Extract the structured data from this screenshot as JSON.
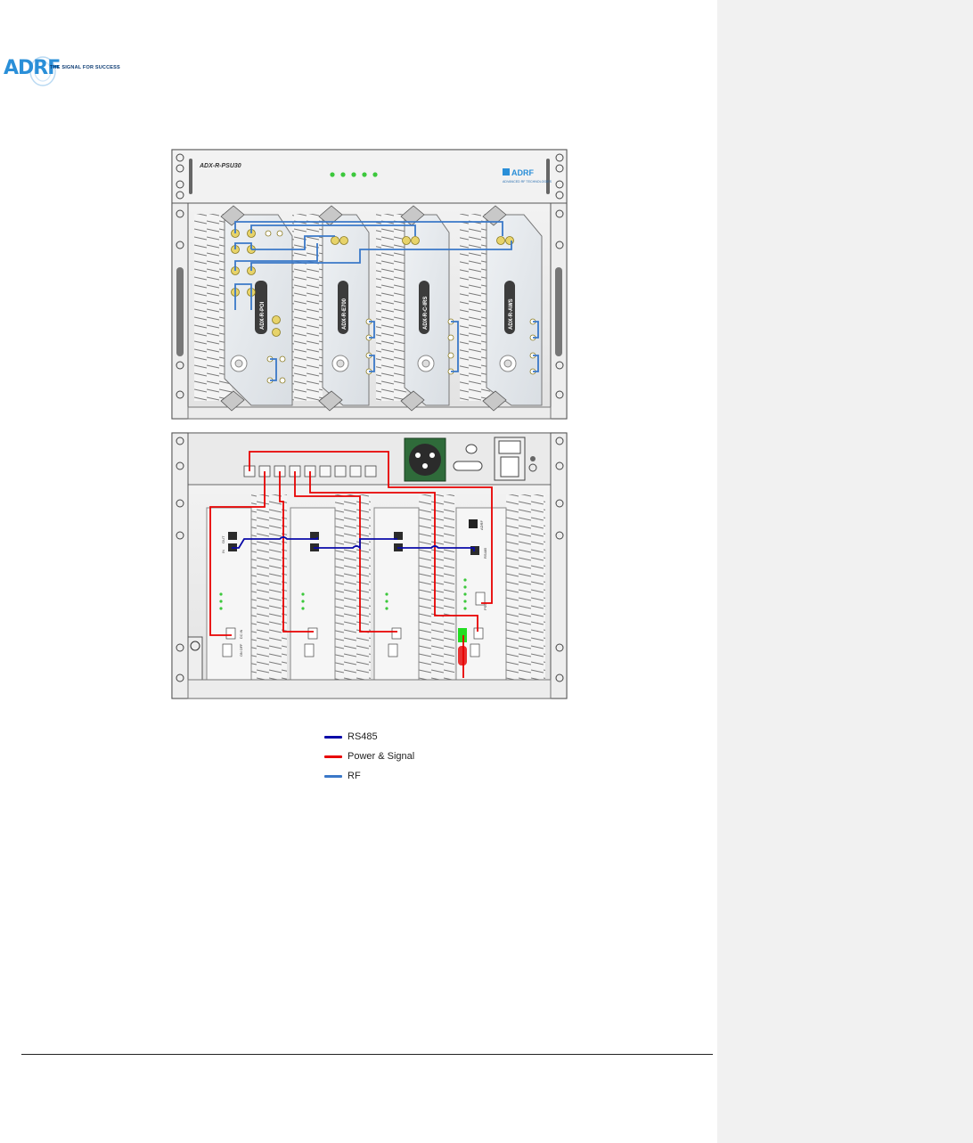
{
  "logo": {
    "brand": "ADRF",
    "tagline": "THE SIGNAL FOR SUCCESS"
  },
  "upper_shelf": {
    "model": "ADX-R-PSU30",
    "brand_badge": "ADRF",
    "brand_badge_sub": "ADVANCED RF TECHNOLOGIES",
    "modules": [
      "ADX-R-POI",
      "ADX-R-E700",
      "ADX-R-C-IRS",
      "ADX-R-AWS"
    ]
  },
  "lower_shelf": {
    "port_labels": [
      "OUT",
      "IN"
    ],
    "power_labels": [
      "ON OFF",
      "DC IN"
    ],
    "rs485_label": "RS485",
    "psu_label": "PSU",
    "brand_mark": "ADRF"
  },
  "legend": {
    "items": [
      {
        "label": "RS485",
        "color": "#0a0aa8"
      },
      {
        "label": "Power & Signal",
        "color": "#e80000"
      },
      {
        "label": "RF",
        "color": "#3a78c8"
      }
    ]
  },
  "colors": {
    "rs485": "#0a0aa8",
    "power": "#e80000",
    "rf": "#3a78c8",
    "led": "#3cc83c"
  }
}
